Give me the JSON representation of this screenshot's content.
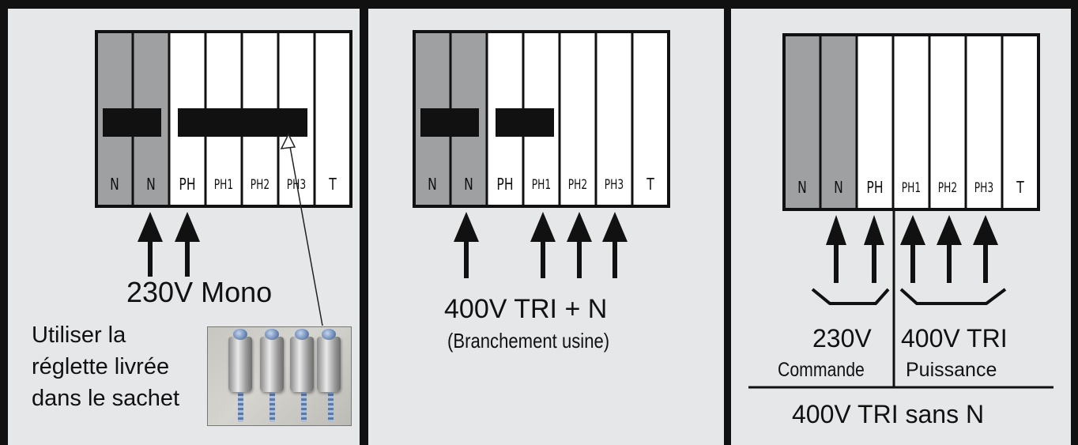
{
  "panel1": {
    "terminals": [
      "N",
      "N",
      "PH",
      "PH1",
      "PH2",
      "PH3",
      "T"
    ],
    "voltage_label": "230V Mono",
    "note_line1": "Utiliser la",
    "note_line2": "réglette livrée",
    "note_line3": "dans le sachet"
  },
  "panel2": {
    "terminals": [
      "N",
      "N",
      "PH",
      "PH1",
      "PH2",
      "PH3",
      "T"
    ],
    "voltage_label": "400V  TRI + N",
    "sub_label": "(Branchement usine)"
  },
  "panel3": {
    "terminals": [
      "N",
      "N",
      "PH",
      "PH1",
      "PH2",
      "PH3",
      "T"
    ],
    "left_voltage": "230V",
    "left_caption": "Commande",
    "right_voltage": "400V TRI",
    "right_caption": "Puissance",
    "bottom_label": "400V  TRI sans N"
  },
  "colors": {
    "panel_bg": "#e6e7e9",
    "neutral_terminal": "#9fa0a2",
    "phase_terminal": "#ffffff",
    "bar": "#111111"
  }
}
